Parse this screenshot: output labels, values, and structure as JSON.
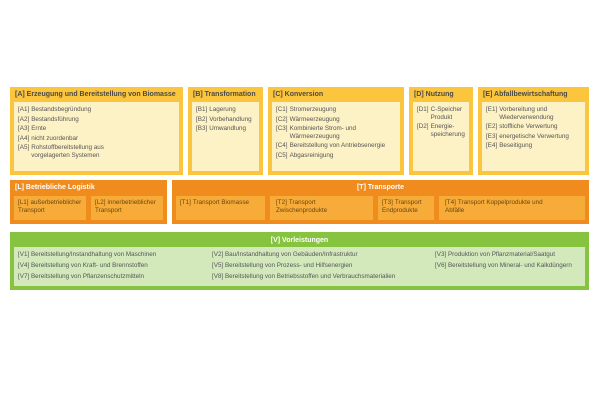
{
  "A": {
    "title": "[A] Erzeugung und Bereitstellung von Biomasse",
    "items": [
      {
        "code": "[A1]",
        "text": "Bestandsbegründung"
      },
      {
        "code": "[A2]",
        "text": "Bestandsführung"
      },
      {
        "code": "[A3]",
        "text": "Ernte"
      },
      {
        "code": "[A4]",
        "text": "nicht zuordenbar"
      },
      {
        "code": "[A5]",
        "text": "Rohstoffbereitstellung aus vorgelagerten Systemen"
      }
    ]
  },
  "B": {
    "title": "[B] Transformation",
    "items": [
      {
        "code": "[B1]",
        "text": "Lagerung"
      },
      {
        "code": "[B2]",
        "text": "Vorbehandlung"
      },
      {
        "code": "[B3]",
        "text": "Umwandlung"
      }
    ]
  },
  "C": {
    "title": "[C] Konversion",
    "items": [
      {
        "code": "[C1]",
        "text": "Stromerzeugung"
      },
      {
        "code": "[C2]",
        "text": "Wärmeerzeugung"
      },
      {
        "code": "[C3]",
        "text": "Kombinierte Strom- und Wärmeerzeugung"
      },
      {
        "code": "[C4]",
        "text": "Bereitstellung von Antriebsenergie"
      },
      {
        "code": "[C5]",
        "text": "Abgasreinigung"
      }
    ]
  },
  "D": {
    "title": "[D] Nutzung",
    "items": [
      {
        "code": "[D1]",
        "text": "C-Speicher Produkt"
      },
      {
        "code": "[D2]",
        "text": "Energie-speicherung"
      }
    ]
  },
  "E": {
    "title": "[E] Abfallbewirtschaftung",
    "items": [
      {
        "code": "[E1]",
        "text": "Vorbereitung und Wiederverwendung"
      },
      {
        "code": "[E2]",
        "text": "stoffliche Verwertung"
      },
      {
        "code": "[E3]",
        "text": "energetische Verwertung"
      },
      {
        "code": "[E4]",
        "text": "Beseitigung"
      }
    ]
  },
  "L": {
    "title": "[L] Betriebliche Logistik",
    "items": [
      {
        "code": "[L1]",
        "text": "außerbetrieblicher Transport"
      },
      {
        "code": "[L2]",
        "text": "innerbetrieblicher Transport"
      }
    ]
  },
  "T": {
    "title": "[T] Transporte",
    "items": [
      {
        "code": "[T1]",
        "text": "Transport Biomasse"
      },
      {
        "code": "[T2]",
        "text": "Transport Zwischenprodukte"
      },
      {
        "code": "[T3]",
        "text": "Transport Endprodukte"
      },
      {
        "code": "[T4]",
        "text": "Transport Koppelprodukte und Abfälle"
      }
    ]
  },
  "V": {
    "title": "[V] Vorleistungen",
    "items": [
      {
        "code": "[V1]",
        "text": "Bereitstellung/Instandhaltung von Maschinen"
      },
      {
        "code": "[V2]",
        "text": "Bau/Instandhaltung von Gebäuden/Infrastruktur"
      },
      {
        "code": "[V3]",
        "text": "Produktion von Pflanzmaterial/Saatgut"
      },
      {
        "code": "[V4]",
        "text": "Bereitstellung von Kraft- und Brennstoffen"
      },
      {
        "code": "[V5]",
        "text": "Bereitstellung von Prozess- und Hilfsenergien"
      },
      {
        "code": "[V6]",
        "text": "Bereitstellung von Mineral- und Kalkdüngern"
      },
      {
        "code": "[V7]",
        "text": "Bereitstellung von Pflanzenschutzmitteln"
      },
      {
        "code": "[V8]",
        "text": "Bereitstellung von Betriebsstoffen und Verbrauchsmaterialien"
      }
    ]
  },
  "colors": {
    "yellow": "#fbc53d",
    "yellow_light": "#fdf2c6",
    "orange": "#f08b1d",
    "orange_light": "#f7ac3a",
    "green": "#86c33f",
    "green_light": "#d3e9bc"
  }
}
